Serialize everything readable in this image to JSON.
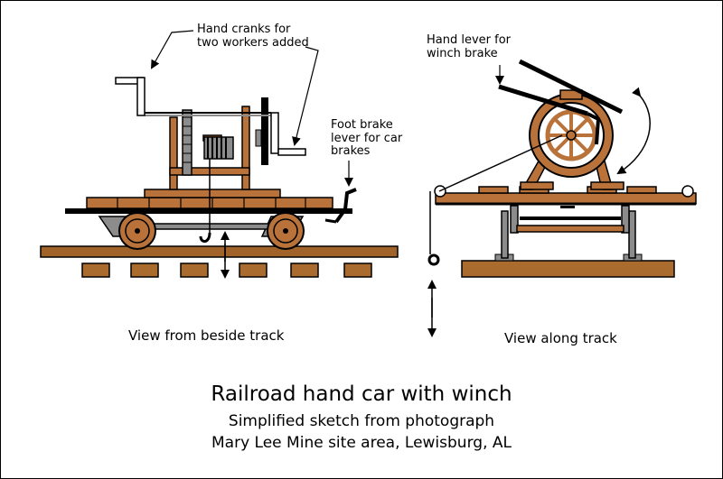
{
  "labels": {
    "hand_cranks": "Hand cranks for\ntwo workers added",
    "foot_brake": "Foot brake\nlever for car\nbrakes",
    "hand_lever": "Hand lever for\nwinch brake",
    "view_beside": "View from beside track",
    "view_along": "View along track"
  },
  "caption": {
    "title": "Railroad hand car with winch",
    "subtitle": "Simplified sketch from photograph",
    "location": "Mary Lee Mine site area, Lewisburg, AL"
  },
  "colors": {
    "wood": "#b9733a",
    "wood_dark": "#8a4e22",
    "rail": "#a0642a",
    "tie": "#a96b2e",
    "gray": "#8c8c8c",
    "ink": "#000000"
  }
}
